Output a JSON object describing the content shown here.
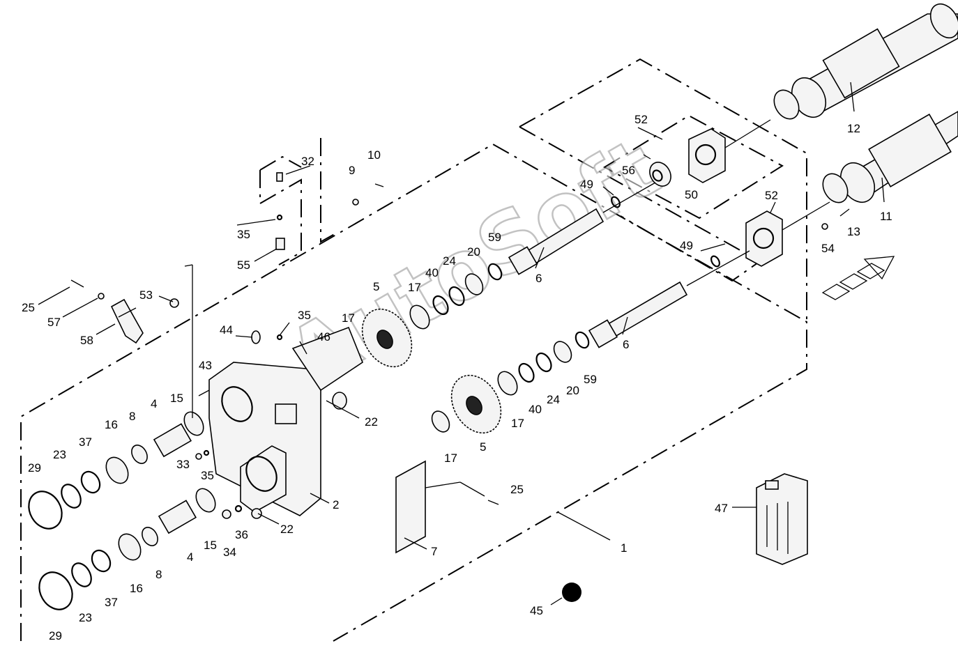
{
  "watermark": "AutoSoft",
  "callouts": [
    {
      "id": "c1",
      "text": "1"
    },
    {
      "id": "c2",
      "text": "2"
    },
    {
      "id": "c4a",
      "text": "4"
    },
    {
      "id": "c4b",
      "text": "4"
    },
    {
      "id": "c5a",
      "text": "5"
    },
    {
      "id": "c5b",
      "text": "5"
    },
    {
      "id": "c6a",
      "text": "6"
    },
    {
      "id": "c6b",
      "text": "6"
    },
    {
      "id": "c7",
      "text": "7"
    },
    {
      "id": "c8a",
      "text": "8"
    },
    {
      "id": "c8b",
      "text": "8"
    },
    {
      "id": "c9",
      "text": "9"
    },
    {
      "id": "c10",
      "text": "10"
    },
    {
      "id": "c11",
      "text": "11"
    },
    {
      "id": "c12",
      "text": "12"
    },
    {
      "id": "c13",
      "text": "13"
    },
    {
      "id": "c15a",
      "text": "15"
    },
    {
      "id": "c15b",
      "text": "15"
    },
    {
      "id": "c16a",
      "text": "16"
    },
    {
      "id": "c16b",
      "text": "16"
    },
    {
      "id": "c17a",
      "text": "17"
    },
    {
      "id": "c17b",
      "text": "17"
    },
    {
      "id": "c17c",
      "text": "17"
    },
    {
      "id": "c17d",
      "text": "17"
    },
    {
      "id": "c20a",
      "text": "20"
    },
    {
      "id": "c20b",
      "text": "20"
    },
    {
      "id": "c22a",
      "text": "22"
    },
    {
      "id": "c22b",
      "text": "22"
    },
    {
      "id": "c23a",
      "text": "23"
    },
    {
      "id": "c23b",
      "text": "23"
    },
    {
      "id": "c24a",
      "text": "24"
    },
    {
      "id": "c24b",
      "text": "24"
    },
    {
      "id": "c25a",
      "text": "25"
    },
    {
      "id": "c25b",
      "text": "25"
    },
    {
      "id": "c29a",
      "text": "29"
    },
    {
      "id": "c29b",
      "text": "29"
    },
    {
      "id": "c32",
      "text": "32"
    },
    {
      "id": "c33",
      "text": "33"
    },
    {
      "id": "c34",
      "text": "34"
    },
    {
      "id": "c35a",
      "text": "35"
    },
    {
      "id": "c35b",
      "text": "35"
    },
    {
      "id": "c35c",
      "text": "35"
    },
    {
      "id": "c36",
      "text": "36"
    },
    {
      "id": "c37a",
      "text": "37"
    },
    {
      "id": "c37b",
      "text": "37"
    },
    {
      "id": "c40a",
      "text": "40"
    },
    {
      "id": "c40b",
      "text": "40"
    },
    {
      "id": "c43",
      "text": "43"
    },
    {
      "id": "c44",
      "text": "44"
    },
    {
      "id": "c45",
      "text": "45"
    },
    {
      "id": "c46",
      "text": "46"
    },
    {
      "id": "c47",
      "text": "47"
    },
    {
      "id": "c49a",
      "text": "49"
    },
    {
      "id": "c49b",
      "text": "49"
    },
    {
      "id": "c50",
      "text": "50"
    },
    {
      "id": "c52a",
      "text": "52"
    },
    {
      "id": "c52b",
      "text": "52"
    },
    {
      "id": "c53",
      "text": "53"
    },
    {
      "id": "c54",
      "text": "54"
    },
    {
      "id": "c55",
      "text": "55"
    },
    {
      "id": "c56",
      "text": "56"
    },
    {
      "id": "c57",
      "text": "57"
    },
    {
      "id": "c58",
      "text": "58"
    },
    {
      "id": "c59a",
      "text": "59"
    },
    {
      "id": "c59b",
      "text": "59"
    }
  ]
}
